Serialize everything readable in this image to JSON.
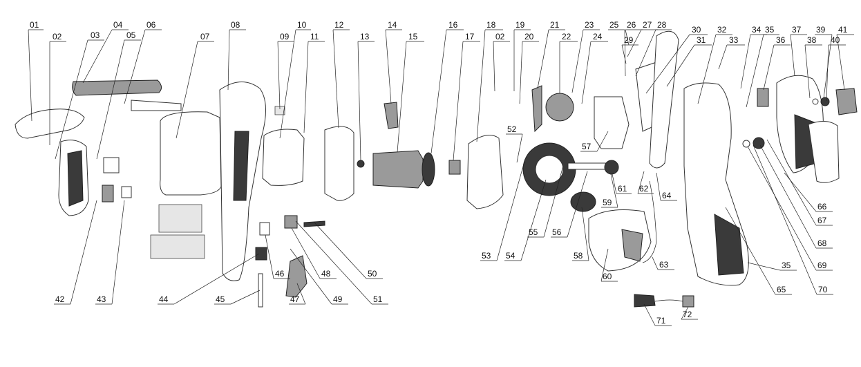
{
  "callouts": [
    {
      "label": "01"
    },
    {
      "label": "02"
    },
    {
      "label": "03"
    },
    {
      "label": "04"
    },
    {
      "label": "05"
    },
    {
      "label": "06"
    },
    {
      "label": "07"
    },
    {
      "label": "08"
    },
    {
      "label": "09"
    },
    {
      "label": "10"
    },
    {
      "label": "11"
    },
    {
      "label": "12"
    },
    {
      "label": "13"
    },
    {
      "label": "14"
    },
    {
      "label": "15"
    },
    {
      "label": "16"
    },
    {
      "label": "17"
    },
    {
      "label": "18"
    },
    {
      "label": "02"
    },
    {
      "label": "19"
    },
    {
      "label": "20"
    },
    {
      "label": "21"
    },
    {
      "label": "22"
    },
    {
      "label": "23"
    },
    {
      "label": "24"
    },
    {
      "label": "25"
    },
    {
      "label": "26"
    },
    {
      "label": "27"
    },
    {
      "label": "28"
    },
    {
      "label": "29"
    },
    {
      "label": "30"
    },
    {
      "label": "31"
    },
    {
      "label": "32"
    },
    {
      "label": "33"
    },
    {
      "label": "34"
    },
    {
      "label": "35"
    },
    {
      "label": "36"
    },
    {
      "label": "37"
    },
    {
      "label": "38"
    },
    {
      "label": "39"
    },
    {
      "label": "40"
    },
    {
      "label": "41"
    },
    {
      "label": "52"
    },
    {
      "label": "57"
    },
    {
      "label": "61"
    },
    {
      "label": "62"
    },
    {
      "label": "64"
    },
    {
      "label": "59"
    },
    {
      "label": "42"
    },
    {
      "label": "43"
    },
    {
      "label": "44"
    },
    {
      "label": "45"
    },
    {
      "label": "46"
    },
    {
      "label": "47"
    },
    {
      "label": "48"
    },
    {
      "label": "49"
    },
    {
      "label": "50"
    },
    {
      "label": "51"
    },
    {
      "label": "53"
    },
    {
      "label": "54"
    },
    {
      "label": "55"
    },
    {
      "label": "56"
    },
    {
      "label": "58"
    },
    {
      "label": "60"
    },
    {
      "label": "63"
    },
    {
      "label": "65"
    },
    {
      "label": "35"
    },
    {
      "label": "70"
    },
    {
      "label": "69"
    },
    {
      "label": "68"
    },
    {
      "label": "67"
    },
    {
      "label": "66"
    },
    {
      "label": "71"
    },
    {
      "label": "72"
    }
  ]
}
